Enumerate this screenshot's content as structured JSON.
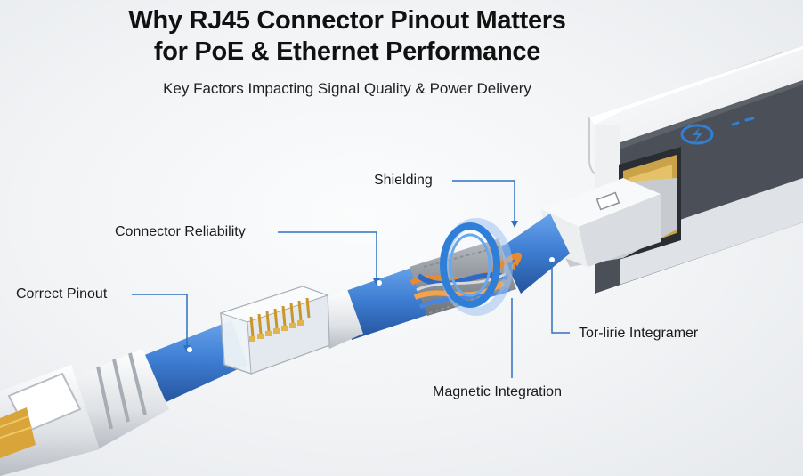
{
  "title": {
    "line1": "Why RJ45 Connector Pinout Matters",
    "line2": "for PoE & Ethernet Performance"
  },
  "subtitle": "Key Factors Impacting Signal Quality & Power Delivery",
  "callouts": {
    "shielding": "Shielding",
    "connector_reliability": "Connector Reliability",
    "correct_pinout": "Correct Pinout",
    "magnetic_integration": "Magnetic Integration",
    "tor_lirie": "Tor-lirie Integramer"
  },
  "colors": {
    "cable": "#3f7fd4",
    "cable_dark": "#2a5fae",
    "callout_line": "#2e6fc4",
    "device_body": "#f4f5f6",
    "device_side": "#4b5058",
    "power_icon": "#2f7ed8",
    "gold_pins": "#d9a53a"
  },
  "icons": {
    "device_power": "power-bolt-icon"
  }
}
